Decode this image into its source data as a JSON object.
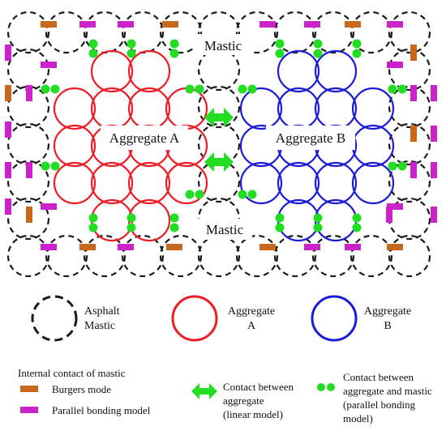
{
  "colors": {
    "mastic": "#1a1a1a",
    "aggregate_a": "#ee1c25",
    "aggregate_b": "#1b1bd9",
    "burgers": "#c8681c",
    "parallel": "#cc22cc",
    "contact": "#22dd22",
    "background": "#ffffff"
  },
  "diagram": {
    "label_mastic_top": "Mastic",
    "label_mastic_bottom": "Mastic",
    "label_aggregate_a": "Aggregate A",
    "label_aggregate_b": "Aggregate B"
  },
  "legend": {
    "asphalt_mastic": [
      "Asphalt",
      "Mastic"
    ],
    "aggregate_a": [
      "Aggregate",
      "A"
    ],
    "aggregate_b": [
      "Aggregate",
      "B"
    ],
    "internal_contact_title": "Internal contact of mastic",
    "burgers_label": "Burgers mode",
    "parallel_label": "Parallel bonding model",
    "contact_aggregate": [
      "Contact between",
      "aggregate",
      "(linear model)"
    ],
    "contact_aggregate_mastic": [
      "Contact between",
      "aggregate and mastic",
      "(parallel bonding",
      "model)"
    ]
  }
}
